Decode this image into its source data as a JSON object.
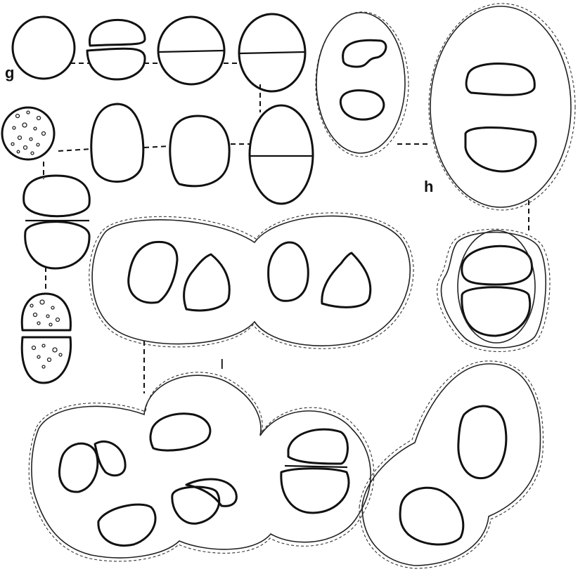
{
  "figure": {
    "labels": {
      "g": "g",
      "h": "h",
      "i": "I"
    }
  }
}
